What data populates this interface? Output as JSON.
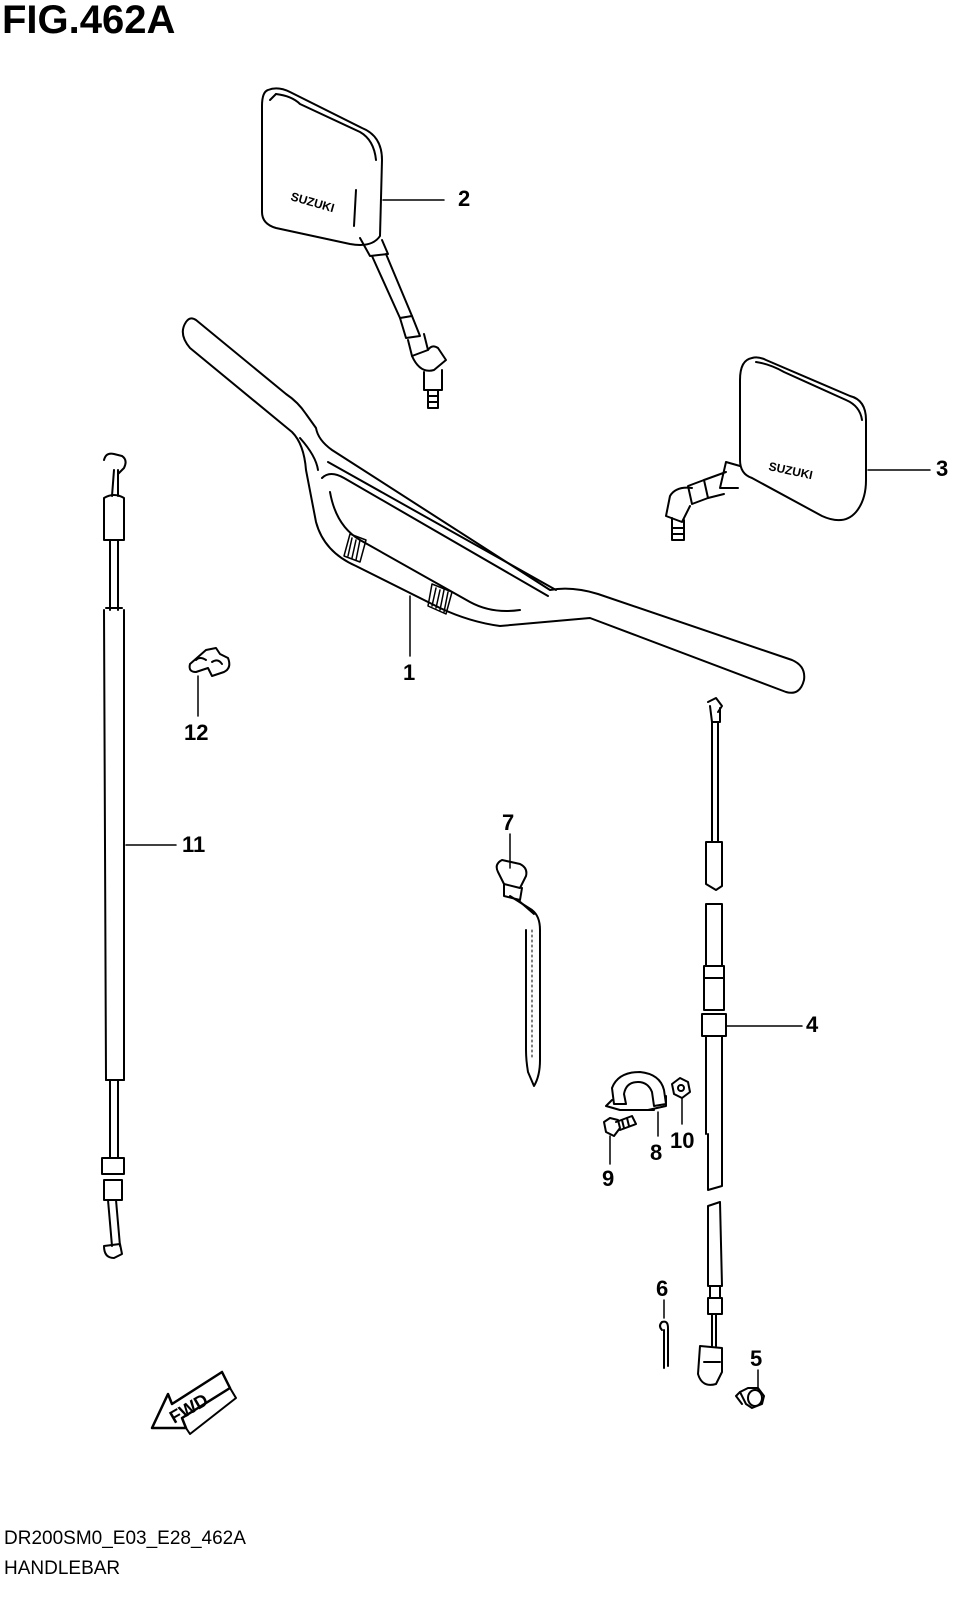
{
  "figure": {
    "title": "FIG.462A"
  },
  "footer": {
    "model_code": "DR200SM0_E03_E28_462A",
    "section_name": "HANDLEBAR"
  },
  "parts": {
    "handlebar": {
      "ref": "1"
    },
    "mirror_right": {
      "ref": "2",
      "logo": "SUZUKI"
    },
    "mirror_left": {
      "ref": "3",
      "logo": "SUZUKI"
    },
    "clutch_cable": {
      "ref": "4"
    },
    "cable_end": {
      "ref": "5"
    },
    "cotter_pin": {
      "ref": "6"
    },
    "cable_tie": {
      "ref": "7"
    },
    "clamp": {
      "ref": "8"
    },
    "clamp_bolt": {
      "ref": "9"
    },
    "clamp_nut": {
      "ref": "10"
    },
    "throttle_cable": {
      "ref": "11"
    },
    "cable_clip": {
      "ref": "12"
    }
  },
  "fwd_arrow": {
    "label": "FWD"
  },
  "colors": {
    "line": "#000000",
    "background": "#ffffff"
  }
}
